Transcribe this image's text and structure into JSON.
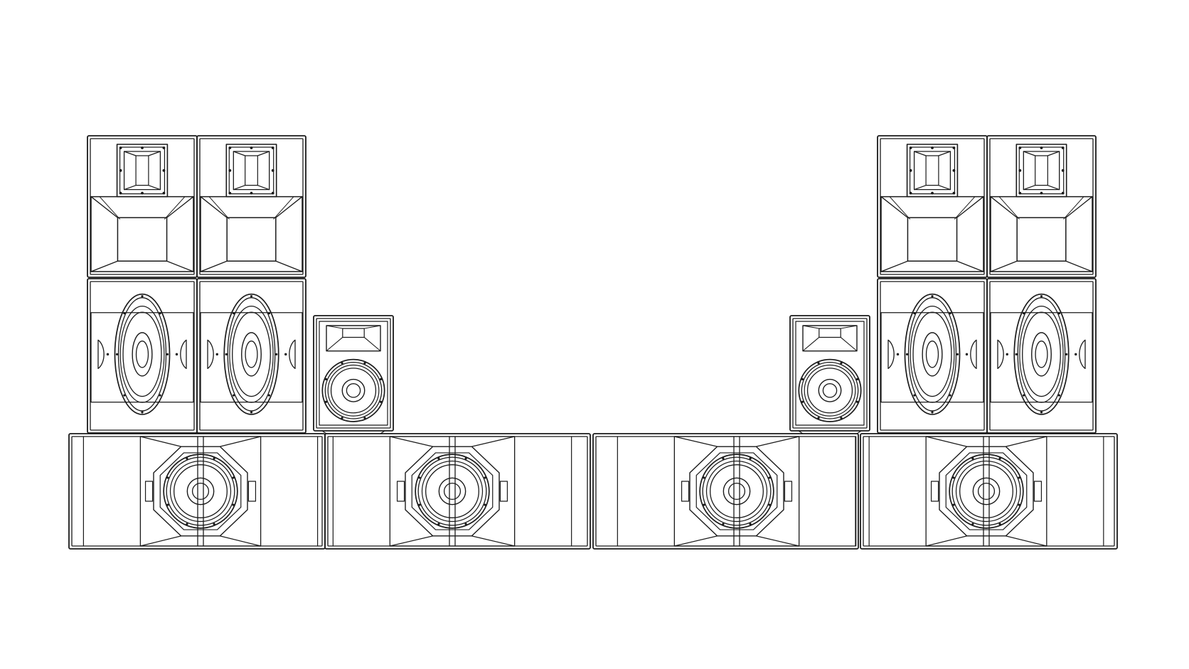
{
  "drawing": {
    "style": "line-art",
    "stroke_color": "#1a1a1a",
    "background_color": "#ffffff",
    "groups": [
      {
        "name": "left-top-stack",
        "cabinets": [
          "horn-top",
          "horn-top",
          "mid-cabinet",
          "mid-cabinet"
        ]
      },
      {
        "name": "left-monitor",
        "cabinets": [
          "monitor"
        ]
      },
      {
        "name": "right-monitor",
        "cabinets": [
          "monitor"
        ]
      },
      {
        "name": "right-top-stack",
        "cabinets": [
          "horn-top",
          "horn-top",
          "mid-cabinet",
          "mid-cabinet"
        ]
      },
      {
        "name": "sub-row",
        "cabinets": [
          "subwoofer",
          "subwoofer",
          "subwoofer",
          "subwoofer"
        ]
      }
    ]
  }
}
